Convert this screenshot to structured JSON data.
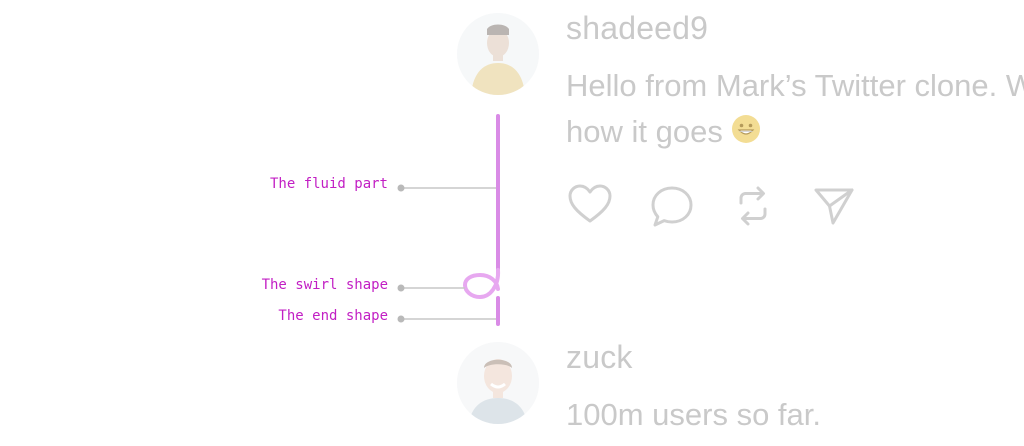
{
  "posts": [
    {
      "username": "shadeed9",
      "text_lines": [
        "Hello from Mark’s Twitter clone. W",
        "how it goes"
      ],
      "emoji": "grinning-face-emoji"
    },
    {
      "username": "zuck",
      "text_lines": [
        "100m users so far."
      ]
    }
  ],
  "actions": [
    {
      "icon": "heart-icon"
    },
    {
      "icon": "comment-icon"
    },
    {
      "icon": "repost-icon"
    },
    {
      "icon": "share-icon"
    }
  ],
  "annotations": [
    {
      "label": "The fluid part"
    },
    {
      "label": "The swirl shape"
    },
    {
      "label": "The end shape"
    }
  ],
  "colors": {
    "thread_line": "#d98be6",
    "annotation_text": "#c21fc4",
    "leader_line": "#c7c7c7",
    "faded_text": "#c9c9c9"
  }
}
